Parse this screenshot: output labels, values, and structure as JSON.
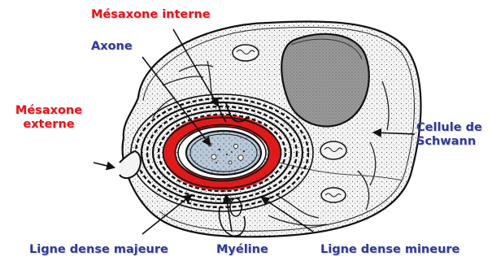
{
  "labels": {
    "mesaxone_interne": "Mésaxone interne",
    "axone": "Axone",
    "mesaxone_externe_line1": "Mésaxone",
    "mesaxone_externe_line2": "externe",
    "cellule_line1": "Cellule de",
    "cellule_line2": "Schwann",
    "ligne_dense_majeure": "Ligne dense majeure",
    "myeline": "Myéline",
    "ligne_dense_mineure": "Ligne dense mineure"
  },
  "colors": {
    "red_label": "#e8141c",
    "blue_label": "#2f3a9a",
    "myelin_red": "#e01a1a",
    "axon_blue": "#b7c7d6",
    "nucleus_grey": "#8c8c8c",
    "cytoplasm": "#efefef"
  }
}
